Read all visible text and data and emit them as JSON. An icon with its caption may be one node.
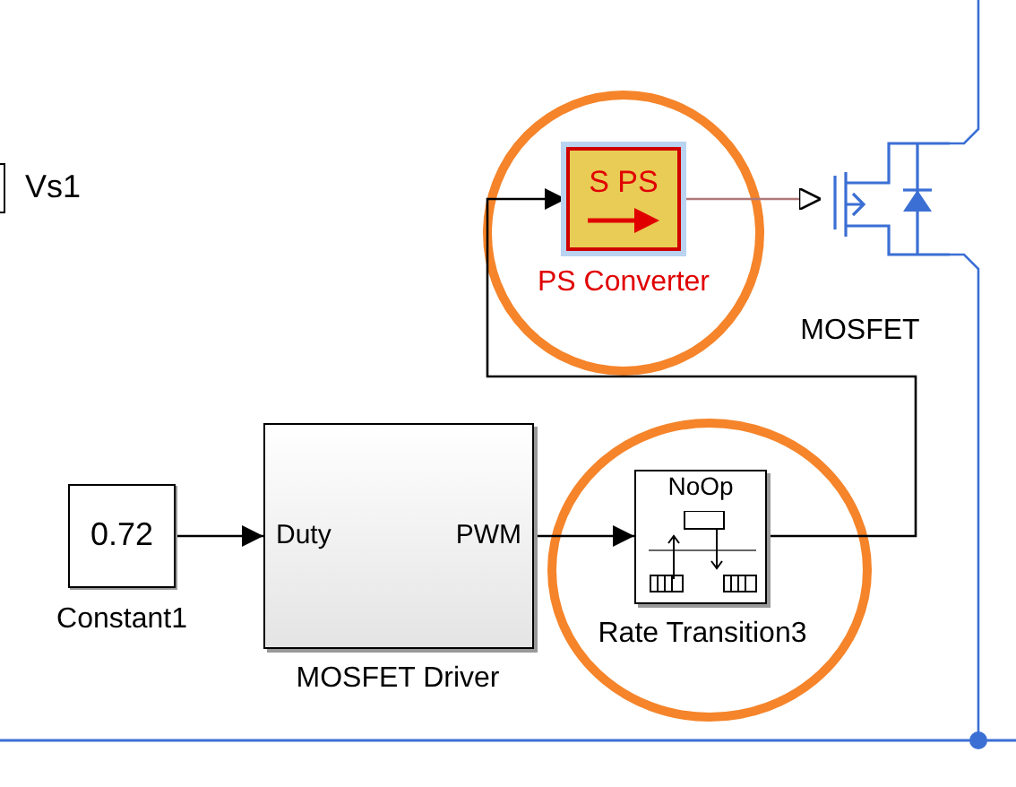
{
  "diagram": {
    "nodes": [
      {
        "text": [
          "Vs1"
        ]
      },
      {
        "text": [
          "0.72"
        ],
        "beside": [
          "Constant1"
        ]
      },
      {
        "text": [
          "Duty",
          "PWM"
        ],
        "beside": [
          "MOSFET Driver"
        ]
      },
      {
        "text": [
          "NoOp"
        ],
        "beside": [
          "Rate Transition3"
        ]
      },
      {
        "text": [
          "S PS"
        ],
        "beside": [
          "PS Converter"
        ]
      },
      {
        "text": [],
        "shape": "picture",
        "beside": [
          "MOSFET"
        ]
      }
    ],
    "edges": [
      {
        "from": 1,
        "to": 2,
        "arrow": "to"
      },
      {
        "from": 2,
        "to": 3,
        "arrow": "to"
      },
      {
        "from": 3,
        "to": 4,
        "arrow": "to"
      },
      {
        "from": 4,
        "to": 5,
        "arrow": "to",
        "color": "#b07878"
      },
      {
        "from": 5,
        "to": null,
        "arrow": "none",
        "color": "#3b6fd4"
      },
      {
        "from": 5,
        "to": null,
        "arrow": "other",
        "color": "#3b6fd4"
      }
    ]
  }
}
